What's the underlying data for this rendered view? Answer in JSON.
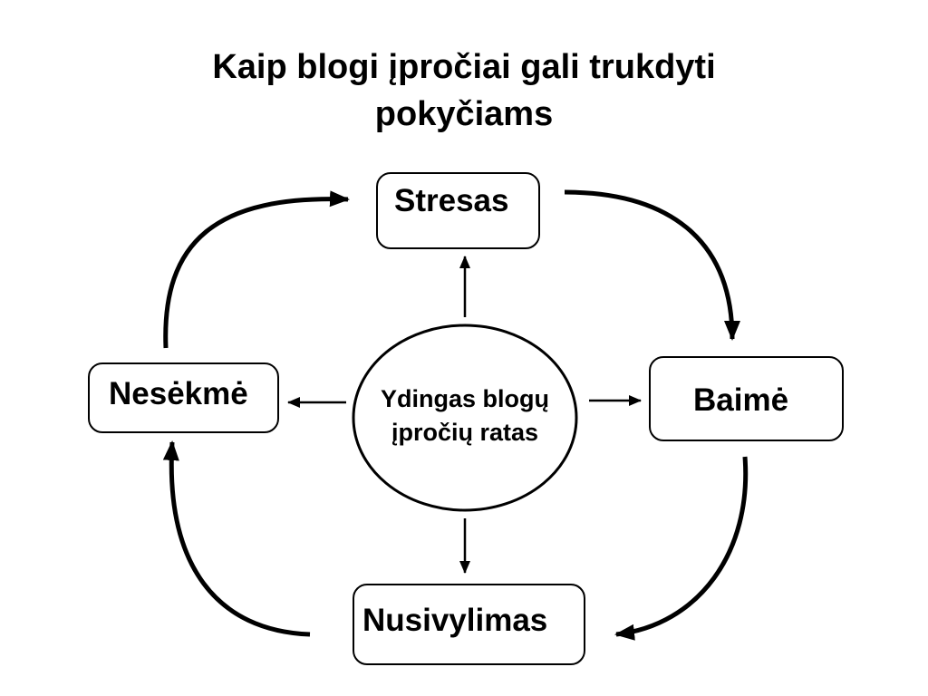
{
  "title": {
    "line1": "Kaip blogi įpročiai gali trukdyti",
    "line2": "pokyčiams"
  },
  "nodes": {
    "top": "Stresas",
    "right": "Baimė",
    "bottom": "Nusivylimas",
    "left": "Nesėkmė"
  },
  "center": {
    "line1": "Ydingas blogų",
    "line2": "įpročių ratas"
  }
}
